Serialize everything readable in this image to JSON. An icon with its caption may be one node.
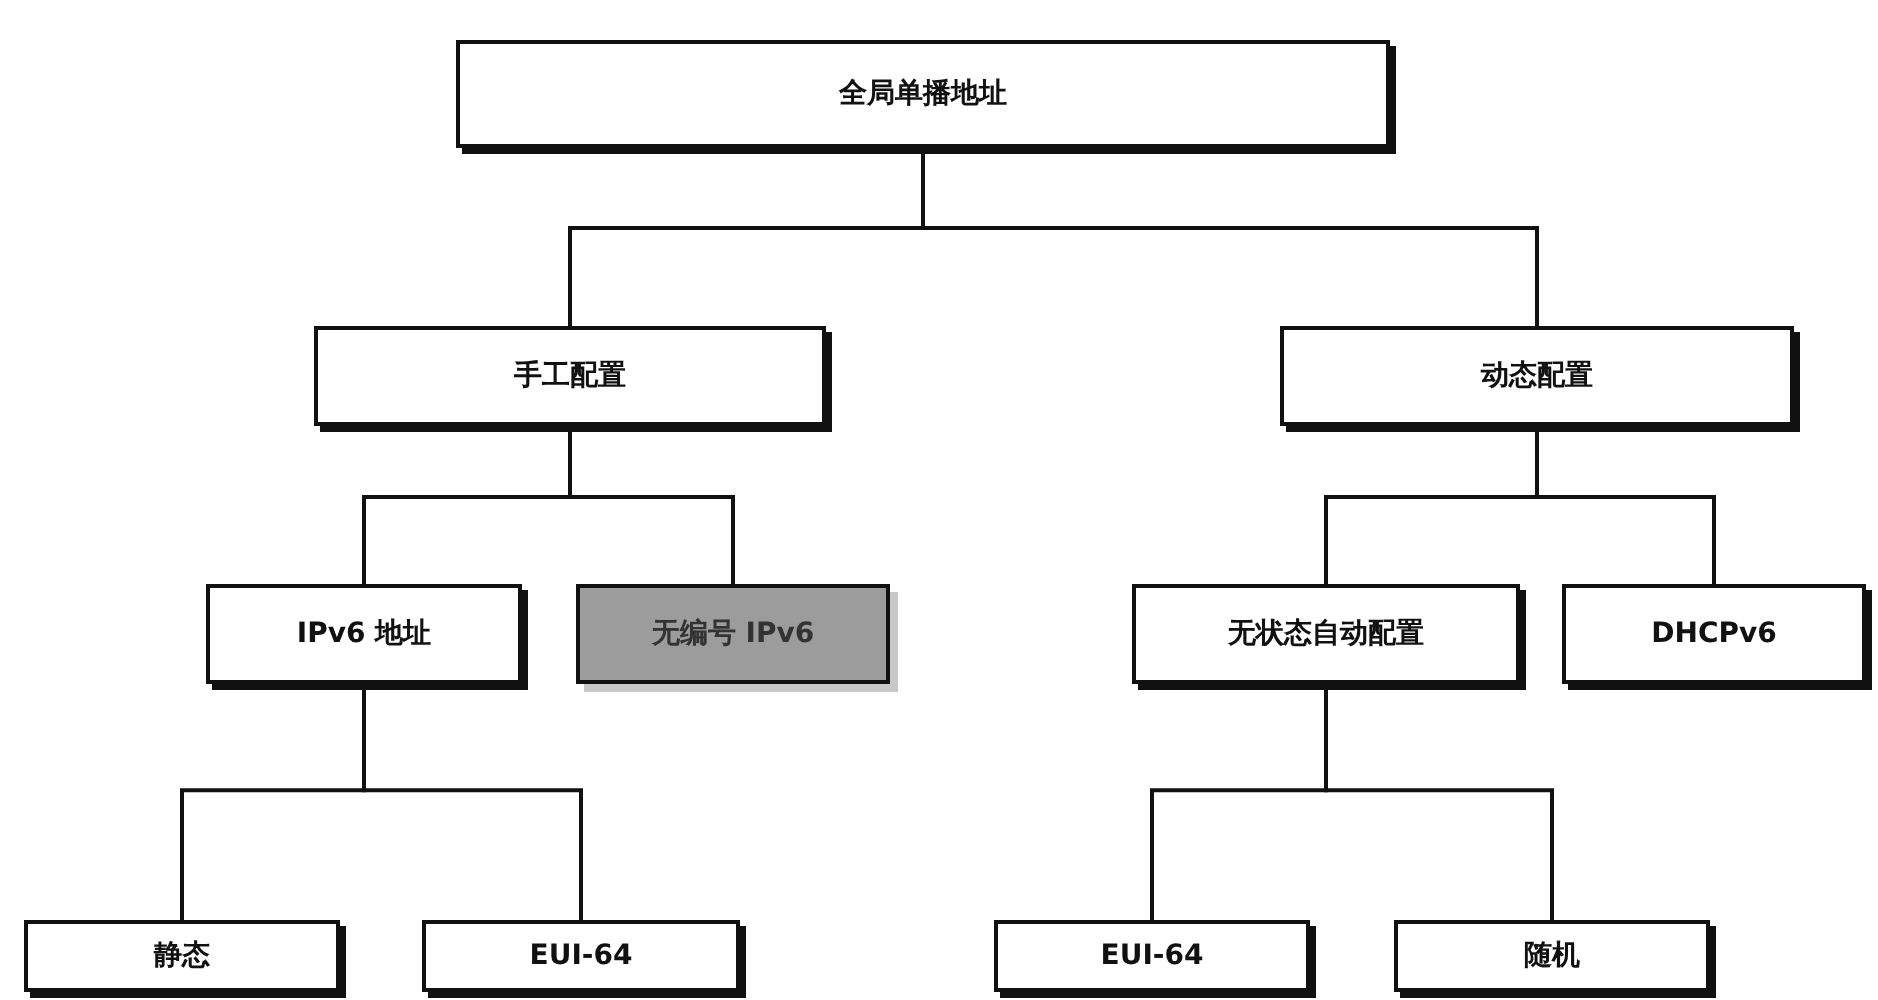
{
  "diagram": {
    "nodes": [
      {
        "text": [
          "全局单播地址"
        ]
      },
      {
        "text": [
          "手工配置"
        ]
      },
      {
        "text": [
          "动态配置"
        ]
      },
      {
        "text": [
          "IPv6 地址"
        ]
      },
      {
        "text": [
          "无编号 IPv6"
        ]
      },
      {
        "text": [
          "无状态自动配置"
        ]
      },
      {
        "text": [
          "DHCPv6"
        ]
      },
      {
        "text": [
          "静态"
        ]
      },
      {
        "text": [
          "EUI-64"
        ]
      },
      {
        "text": [
          "EUI-64"
        ]
      },
      {
        "text": [
          "随机"
        ]
      }
    ],
    "edges": [
      {
        "from": 0,
        "to": 1,
        "arrow": "none"
      },
      {
        "from": 0,
        "to": 2,
        "arrow": "none"
      },
      {
        "from": 1,
        "to": 3,
        "arrow": "none"
      },
      {
        "from": 1,
        "to": 4,
        "arrow": "none"
      },
      {
        "from": 2,
        "to": 5,
        "arrow": "none"
      },
      {
        "from": 2,
        "to": 6,
        "arrow": "none"
      },
      {
        "from": 3,
        "to": 7,
        "arrow": "none"
      },
      {
        "from": 3,
        "to": 8,
        "arrow": "none"
      },
      {
        "from": 5,
        "to": 9,
        "arrow": "none"
      },
      {
        "from": 5,
        "to": 10,
        "arrow": "none"
      }
    ]
  }
}
